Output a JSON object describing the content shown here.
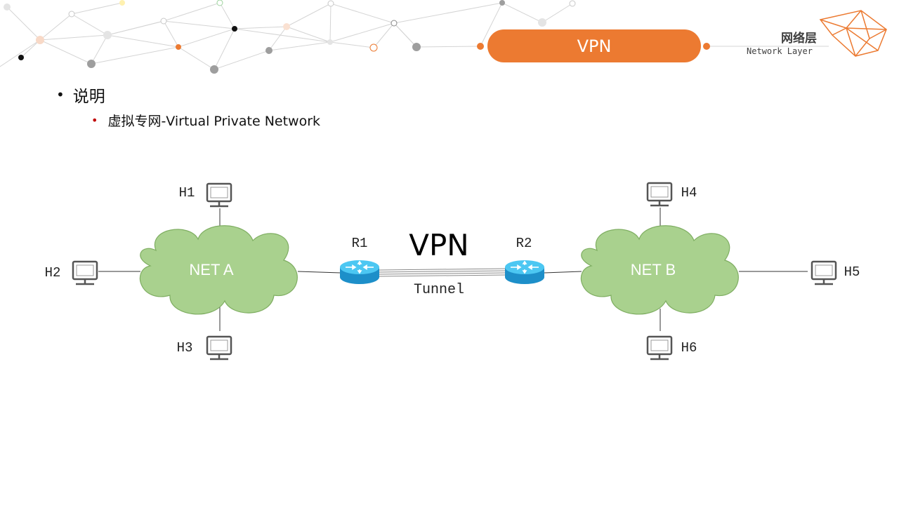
{
  "header": {
    "title": "VPN",
    "section_cn": "网络层",
    "section_en": "Network Layer"
  },
  "bullets": {
    "level1": "说明",
    "level2": "虚拟专网-Virtual Private Network"
  },
  "diagram": {
    "tunnel_title": "VPN",
    "tunnel_label": "Tunnel",
    "networks": {
      "a": "NET A",
      "b": "NET B"
    },
    "routers": {
      "r1": "R1",
      "r2": "R2"
    },
    "hosts": {
      "h1": "H1",
      "h2": "H2",
      "h3": "H3",
      "h4": "H4",
      "h5": "H5",
      "h6": "H6"
    }
  },
  "colors": {
    "accent": "#ec7a31",
    "cloud": "#a9d18e",
    "cloud_edge": "#7fae62",
    "router": "#29a8e0",
    "bullet_red": "#c00000"
  }
}
